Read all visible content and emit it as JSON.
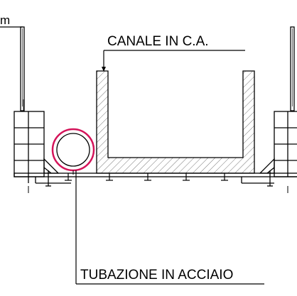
{
  "labels": {
    "top_left_cut": "m",
    "canal": "CANALE IN C.A.",
    "pipe": "TUBAZIONE IN ACCIAIO"
  },
  "colors": {
    "line": "#000000",
    "pipe": "#d4145a",
    "hatch": "#555555",
    "background": "#ffffff"
  },
  "legend": []
}
